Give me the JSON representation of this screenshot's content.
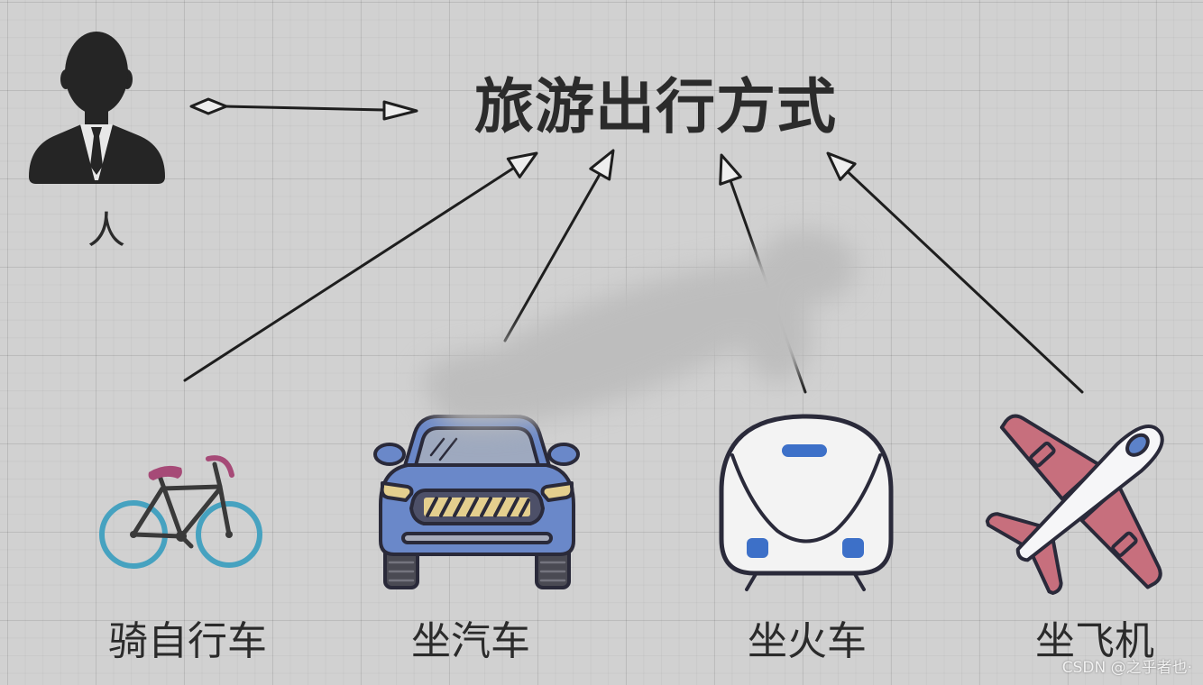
{
  "diagram": {
    "title": "旅游出行方式",
    "client": {
      "label": "人",
      "icon": "person-icon"
    },
    "options": [
      {
        "label": "骑自行车",
        "icon": "bicycle-icon"
      },
      {
        "label": "坐汽车",
        "icon": "car-icon"
      },
      {
        "label": "坐火车",
        "icon": "train-icon"
      },
      {
        "label": "坐飞机",
        "icon": "airplane-icon"
      }
    ]
  },
  "watermark": "CSDN @之乎者也·",
  "colors": {
    "background": "#d1d1d1",
    "text": "#2b2b2b",
    "person": "#252525",
    "shirt": "#e8e8e8",
    "line": "#1e1e1e",
    "arrowhead_fill": "#eeeeee",
    "bicycle_wheel": "#46a2c0",
    "bicycle_accent": "#a64a77",
    "bicycle_frame": "#3a3a3a",
    "car_body": "#6a88c9",
    "car_window": "#9ea9bf",
    "car_light": "#e4cf8e",
    "car_grille": "#4d5068",
    "car_tire": "#4a4a53",
    "car_bumper": "#a7abba",
    "train_body": "#f3f3f3",
    "train_light": "#3d70c8",
    "plane_wing": "#c76f7d",
    "plane_body": "#f6f6f8",
    "plane_window": "#5c82c9",
    "outline": "#2a2a3a",
    "watermark": "#f2f2f2",
    "redaction": "#bdbdbd"
  }
}
